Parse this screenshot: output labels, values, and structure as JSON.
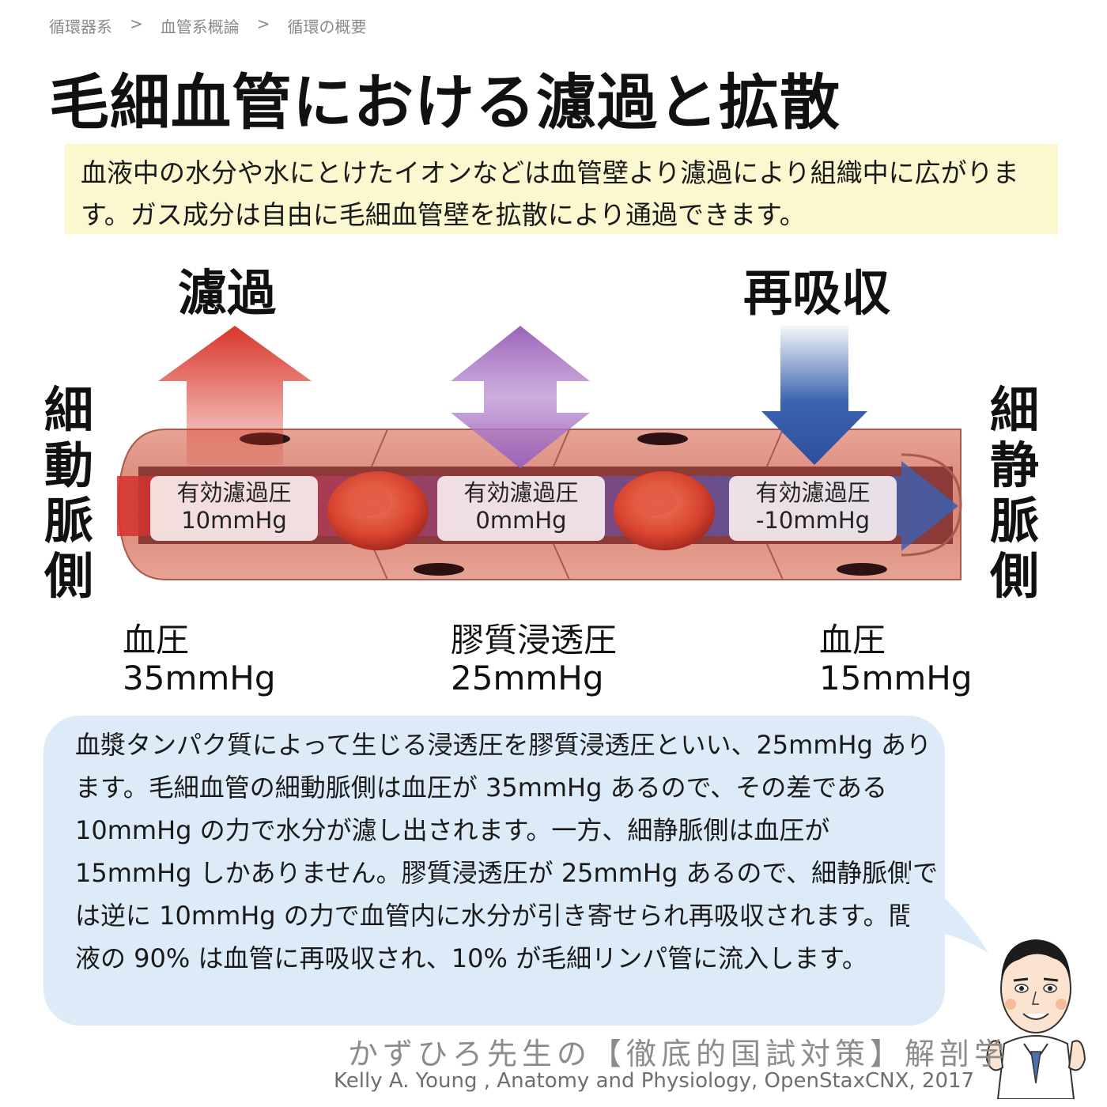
{
  "breadcrumb": [
    "循環器系",
    "血管系概論",
    "循環の概要"
  ],
  "breadcrumb_sep": ">",
  "title": "毛細血管における濾過と拡散",
  "summary": "血液中の水分や水にとけたイオンなどは血管壁より濾過により組織中に広がります。ガス成分は自由に毛細血管壁を拡散により通過できます。",
  "diagram": {
    "filtration_label": "濾過",
    "reabsorption_label": "再吸収",
    "arterial_side": [
      "細",
      "動",
      "脈",
      "側"
    ],
    "venous_side": [
      "細",
      "静",
      "脈",
      "側"
    ],
    "boxes": [
      {
        "label": "有効濾過圧",
        "value": "10mmHg"
      },
      {
        "label": "有効濾過圧",
        "value": "0mmHg"
      },
      {
        "label": "有効濾過圧",
        "value": "-10mmHg"
      }
    ],
    "pressures": [
      {
        "label": "血圧",
        "value": "35mmHg"
      },
      {
        "label": "膠質浸透圧",
        "value": "25mmHg"
      },
      {
        "label": "血圧",
        "value": "15mmHg"
      }
    ],
    "colors": {
      "filtration": "#d9362a",
      "equilibrium": "#9b63b8",
      "reabsorption": "#3a62b0",
      "vessel": "#dc8a7c",
      "cell": "#d8432f"
    }
  },
  "explanation": "血漿タンパク質によって生じる浸透圧を膠質浸透圧といい、25mmHg あります。毛細血管の細動脈側は血圧が 35mmHg あるので、その差である 10mmHg の力で水分が濾し出されます。一方、細静脈側は血圧が 15mmHg しかありません。膠質浸透圧が 25mmHg あるので、細静脈側では逆に 10mmHg の力で血管内に水分が引き寄せられ再吸収されます。間質液の 90% は血管に再吸収され、10% が毛細リンパ管に流入します。",
  "footer": {
    "title": "かずひろ先生の【徹底的国試対策】解剖学",
    "credit": "Kelly A. Young , Anatomy and Physiology, OpenStaxCNX, 2017"
  }
}
